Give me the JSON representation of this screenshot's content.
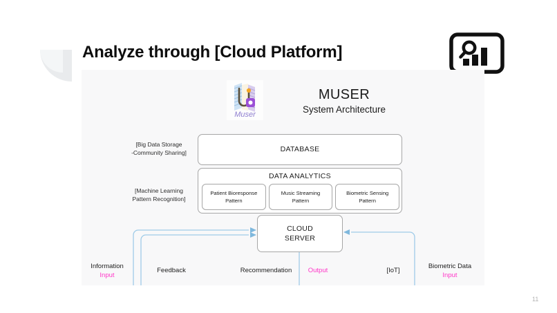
{
  "slide": {
    "title": "Analyze through [Cloud Platform]",
    "page_number": "11",
    "brand_icon": "analytics-speech-bubble-icon",
    "decoration": "quarter-circle-decoration"
  },
  "diagram": {
    "logo": {
      "icon_name": "muser-logo-icon",
      "caption": "Muser"
    },
    "heading": {
      "name": "MUSER",
      "subtitle": "System Architecture"
    },
    "annotations": [
      {
        "name": "database-annotation",
        "line1": "[Big Data Storage",
        "line2": "-Community Sharing]"
      },
      {
        "name": "analytics-annotation",
        "line1": "[Machine Learning",
        "line2": "Pattern Recognition]"
      }
    ],
    "nodes": {
      "database": {
        "label": "DATABASE"
      },
      "analytics": {
        "label": "DATA ANALYTICS",
        "patterns": [
          {
            "line1": "Patient Bioresponse",
            "line2": "Pattern"
          },
          {
            "line1": "Music Streaming",
            "line2": "Pattern"
          },
          {
            "line1": "Biometric Sensing",
            "line2": "Pattern"
          }
        ]
      },
      "cloud_server": {
        "line1": "CLOUD",
        "line2": "SERVER"
      }
    },
    "flow_labels": [
      {
        "name": "information-input",
        "top": "Information",
        "accent": "Input"
      },
      {
        "name": "feedback",
        "only": "Feedback"
      },
      {
        "name": "recommendation",
        "only": "Recommendation"
      },
      {
        "name": "output",
        "accent_only": "Output"
      },
      {
        "name": "iot",
        "only": "[IoT]"
      },
      {
        "name": "biometric-input",
        "top": "Biometric Data",
        "accent": "Input"
      }
    ],
    "colors": {
      "accent_pink": "#ff35c8",
      "wire_blue": "#9ecbe8",
      "box_border": "#a6a6a6",
      "canvas_bg": "#f8f8f9"
    }
  }
}
